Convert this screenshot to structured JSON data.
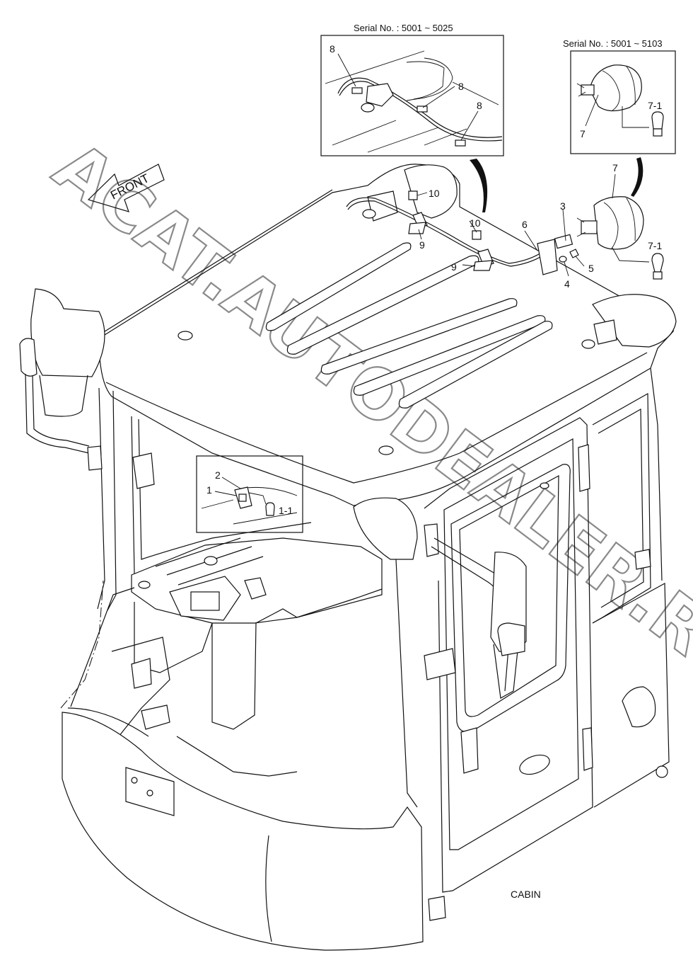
{
  "watermark": "ACAT.AUTODEALER.RU",
  "direction_label": "FRONT",
  "assembly_label": "CABIN",
  "insets": [
    {
      "id": "beacon-wiring",
      "serial_label": "Serial No.  : 5001 ~ 5025",
      "callouts": [
        "8",
        "8",
        "8"
      ]
    },
    {
      "id": "beacon-lamp",
      "serial_label": "Serial No.  : 5001 ~ 5103",
      "callouts": [
        "7",
        "7-1"
      ]
    },
    {
      "id": "switch-detail",
      "callouts": [
        "2",
        "1",
        "1-1"
      ]
    }
  ],
  "main_callouts": [
    "10",
    "10",
    "9",
    "9",
    "6",
    "3",
    "7",
    "5",
    "4",
    "7-1"
  ]
}
